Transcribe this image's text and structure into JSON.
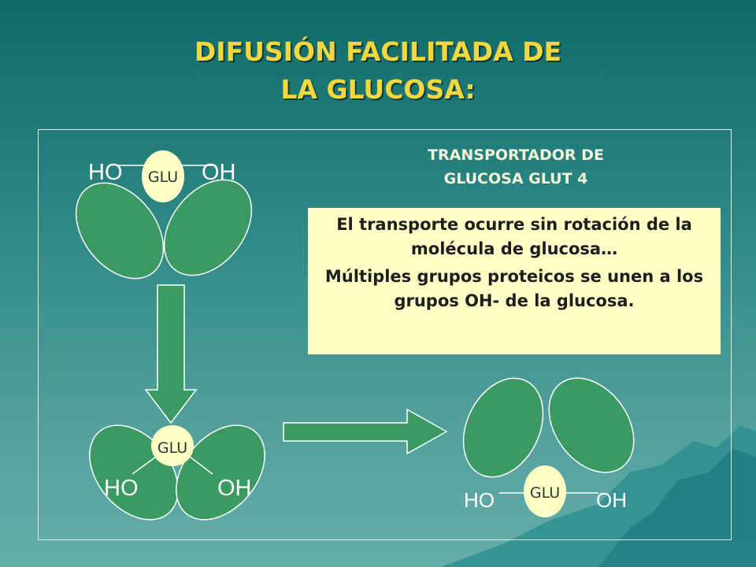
{
  "slide": {
    "title_line1": "DIFUSIÓN FACILITADA DE",
    "title_line2": "LA GLUCOSA:",
    "transporter_line1": "TRANSPORTADOR DE",
    "transporter_line2": "GLUCOSA GLUT 4",
    "info_paragraph1": "El transporte ocurre sin rotación de la molécula de glucosa…",
    "info_paragraph2": "Múltiples grupos proteicos se unen a los grupos OH- de la glucosa."
  },
  "molecule": {
    "glu": "GLU",
    "ho": "HO",
    "oh": "OH"
  },
  "colors": {
    "title": "#f2d740",
    "protein": "#3a9a62",
    "glucose": "#ffffc6",
    "info_box": "#ffffc6",
    "arrow": "#3a9a62"
  }
}
